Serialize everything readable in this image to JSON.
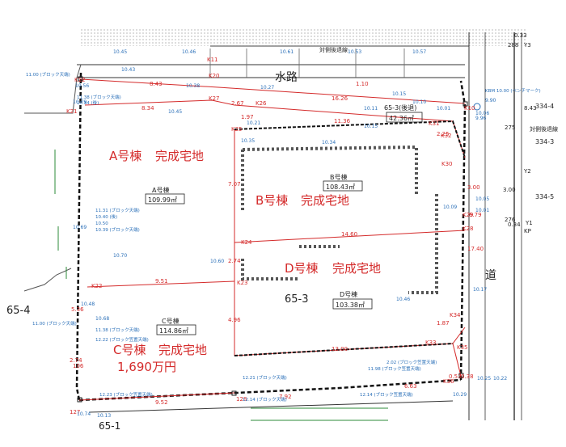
{
  "road_labels": {
    "waterway": "水路",
    "road": "道",
    "setback_opposite": "対側後退線"
  },
  "lots": [
    {
      "name": "A号棟",
      "status": "完成宅地",
      "area": "109.99㎡",
      "price": ""
    },
    {
      "name": "B号棟",
      "status": "完成宅地",
      "area": "108.43㎡",
      "price": ""
    },
    {
      "name": "C号棟",
      "status": "完成宅地",
      "area": "114.86㎡",
      "price": "1,690万円"
    },
    {
      "name": "D号棟",
      "status": "完成宅地",
      "area": "103.38㎡",
      "price": ""
    }
  ],
  "rear_setback": {
    "label": "65-3(後退)",
    "area": "42.36㎡"
  },
  "parcel_numbers": [
    "65-4",
    "65-3",
    "65-1",
    "334-4",
    "334-3",
    "334-5"
  ],
  "dimensions": [
    "8.43",
    "8.34",
    "2.67",
    "1.97",
    "11.36",
    "16.26",
    "2.25",
    "7.07",
    "14.60",
    "2.74",
    "9.51",
    "4.96",
    "13.00",
    "1.87",
    "6.63",
    "7.92",
    "9.52",
    "5.36",
    "2.74",
    "3.00",
    "0.33",
    "3.00",
    "0.34",
    "8.43",
    "17.40",
    "6.79",
    "0.53",
    "0.38",
    "1.10"
  ],
  "points": [
    "K20",
    "K21",
    "K27",
    "K26",
    "K25",
    "K31",
    "K32",
    "K30",
    "K29",
    "K28",
    "K24",
    "K23",
    "K22",
    "K35",
    "K34",
    "K33",
    "K36",
    "K10",
    "K11",
    "K12",
    "127",
    "128",
    "Y1",
    "Y2",
    "Y3",
    "288",
    "275",
    "276",
    "106",
    "KP"
  ],
  "elevations": [
    "10.45",
    "10.38",
    "10.46",
    "10.61",
    "10.53",
    "10.57",
    "10.45",
    "10.21",
    "10.35",
    "10.34",
    "10.27",
    "10.15",
    "10.11",
    "10.15",
    "10.10",
    "10.01",
    "10.60",
    "10.70",
    "10.46",
    "10.17",
    "10.48",
    "10.68",
    "10.69",
    "10.79",
    "10.74",
    "10.13",
    "10.29",
    "10.25",
    "10.22",
    "10.05",
    "10.01",
    "10.09",
    "10.06",
    "9.96",
    "9.90",
    "10.56",
    "10.43"
  ],
  "wall_notes": [
    "11.00 (ブロック天端)",
    "11.38 (ブロック天端)",
    "10.34 (後)",
    "11.31 (ブロック天端)",
    "10.40 (後)",
    "10.50",
    "10.39 (ブロック天端)",
    "11.00 (ブロック天端)",
    "11.38 (ブロック天端)",
    "12.22 (ブロック笠置天端)",
    "12.21 (ブロック天端)",
    "12.14 (ブロック天端)",
    "12.23 (ブロック笠置天端)",
    "2.02 (ブロック笠置天端)",
    "11.98 (ブロック笠置天端)",
    "12.14 (ブロック笠置天端)",
    "KBM 10.00 (ベンチマーク)"
  ]
}
